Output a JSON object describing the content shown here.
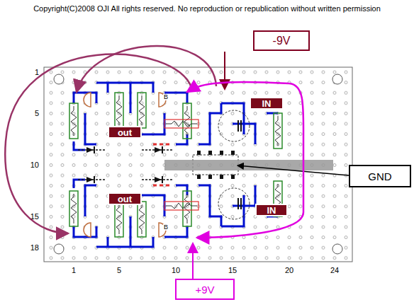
{
  "diagram": {
    "nodes": [
      {
        "text": [
          "-9V"
        ]
      },
      {
        "text": [
          "IN"
        ]
      },
      {
        "text": [
          "out"
        ]
      },
      {
        "text": [
          "GND"
        ]
      },
      {
        "text": [
          "out"
        ]
      },
      {
        "text": [
          "IN"
        ]
      },
      {
        "text": [
          "+9V"
        ]
      }
    ],
    "labels": [
      "Copyright(C)2008 OJI All rights reserved.  No reproduction or republication without written permission",
      "1",
      "5",
      "10",
      "15",
      "18",
      "1",
      "5",
      "10",
      "15",
      "20",
      "24",
      "B",
      "B"
    ]
  }
}
